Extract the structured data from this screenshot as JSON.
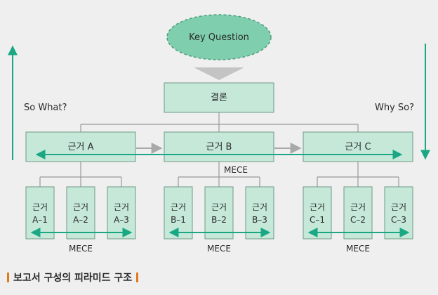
{
  "key_question": "Key Question",
  "conclusion": "결론",
  "left_label": "So What?",
  "right_label": "Why So?",
  "mid_mece": "MECE",
  "groups": [
    {
      "label": "근거 A",
      "children": [
        {
          "line1": "근거",
          "line2": "A–1"
        },
        {
          "line1": "근거",
          "line2": "A–2"
        },
        {
          "line1": "근거",
          "line2": "A–3"
        }
      ],
      "mece": "MECE"
    },
    {
      "label": "근거 B",
      "children": [
        {
          "line1": "근거",
          "line2": "B–1"
        },
        {
          "line1": "근거",
          "line2": "B–2"
        },
        {
          "line1": "근거",
          "line2": "B–3"
        }
      ],
      "mece": "MECE"
    },
    {
      "label": "근거 C",
      "children": [
        {
          "line1": "근거",
          "line2": "C–1"
        },
        {
          "line1": "근거",
          "line2": "C–2"
        },
        {
          "line1": "근거",
          "line2": "C–3"
        }
      ],
      "mece": "MECE"
    }
  ],
  "caption": "보고서 구성의 피라미드 구조",
  "colors": {
    "box_fill": "#c5e8d9",
    "box_stroke": "#6f9a86",
    "ellipse_fill": "#7fcfae",
    "arrow": "#1aa884",
    "connector": "#9a9a9a",
    "funnel": "#c4c4c4",
    "caption_bar": "#e07a1f"
  }
}
